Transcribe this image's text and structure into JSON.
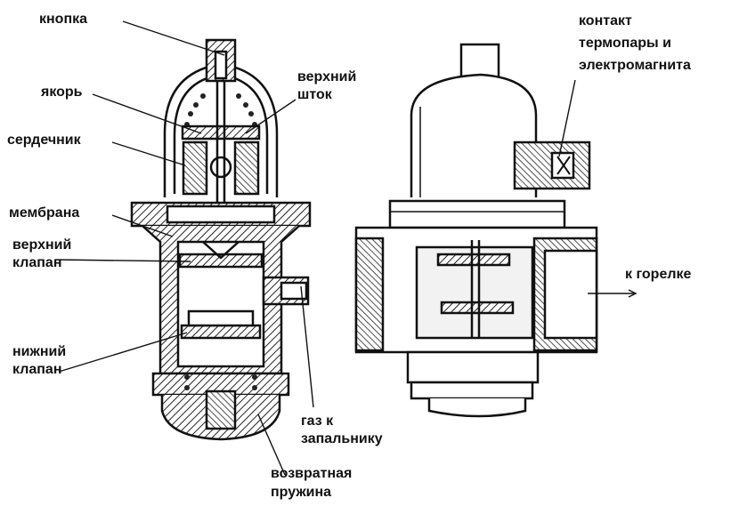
{
  "labels": {
    "button": "кнопка",
    "armature": "якорь",
    "core": "сердечник",
    "membrane": "мембрана",
    "upper_valve_1": "верхний",
    "upper_valve_2": "клапан",
    "upper_stem_1": "верхний",
    "upper_stem_2": "шток",
    "lower_valve_1": "нижний",
    "lower_valve_2": "клапан",
    "gas_pilot_1": "газ к",
    "gas_pilot_2": "запальнику",
    "return_spring_1": "возвратная",
    "return_spring_2": "пружина",
    "contact_1": "контакт",
    "contact_2": "термопары и",
    "contact_3": "электромагнита",
    "to_burner": "к горелке"
  },
  "colors": {
    "ink": "#111111",
    "hatch": "#2a2a2a",
    "shade": "#bdbdbd",
    "paper": "#ffffff"
  }
}
